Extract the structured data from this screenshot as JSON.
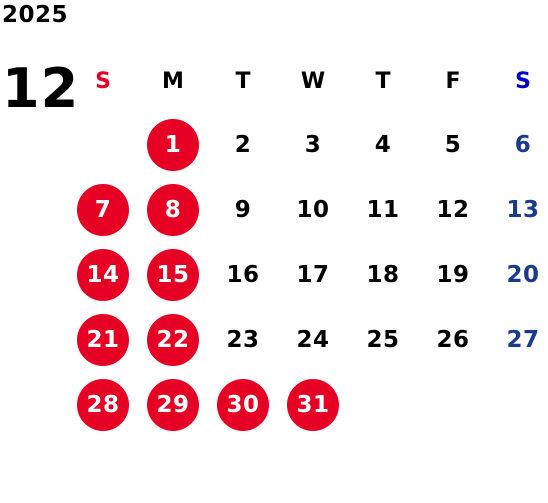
{
  "calendar": {
    "year": "2025",
    "month": "12",
    "colors": {
      "sunday_header": "#e60023",
      "saturday_header": "#0000cc",
      "saturday_date": "#1a3a8f",
      "weekday": "#000000",
      "highlight_circle": "#e60023",
      "highlight_text": "#ffffff"
    },
    "weekdays": [
      {
        "label": "S",
        "color": "#e60023"
      },
      {
        "label": "M",
        "color": "#000000"
      },
      {
        "label": "T",
        "color": "#000000"
      },
      {
        "label": "W",
        "color": "#000000"
      },
      {
        "label": "T",
        "color": "#000000"
      },
      {
        "label": "F",
        "color": "#000000"
      },
      {
        "label": "S",
        "color": "#0000cc"
      }
    ],
    "weeks": [
      [
        null,
        {
          "d": "1",
          "hl": true
        },
        {
          "d": "2"
        },
        {
          "d": "3"
        },
        {
          "d": "4"
        },
        {
          "d": "5"
        },
        {
          "d": "6",
          "sat": true
        }
      ],
      [
        {
          "d": "7",
          "hl": true
        },
        {
          "d": "8",
          "hl": true
        },
        {
          "d": "9"
        },
        {
          "d": "10"
        },
        {
          "d": "11"
        },
        {
          "d": "12"
        },
        {
          "d": "13",
          "sat": true
        }
      ],
      [
        {
          "d": "14",
          "hl": true
        },
        {
          "d": "15",
          "hl": true
        },
        {
          "d": "16"
        },
        {
          "d": "17"
        },
        {
          "d": "18"
        },
        {
          "d": "19"
        },
        {
          "d": "20",
          "sat": true
        }
      ],
      [
        {
          "d": "21",
          "hl": true
        },
        {
          "d": "22",
          "hl": true
        },
        {
          "d": "23"
        },
        {
          "d": "24"
        },
        {
          "d": "25"
        },
        {
          "d": "26"
        },
        {
          "d": "27",
          "sat": true
        }
      ],
      [
        {
          "d": "28",
          "hl": true
        },
        {
          "d": "29",
          "hl": true
        },
        {
          "d": "30",
          "hl": true
        },
        {
          "d": "31",
          "hl": true
        },
        null,
        null,
        null
      ]
    ]
  }
}
